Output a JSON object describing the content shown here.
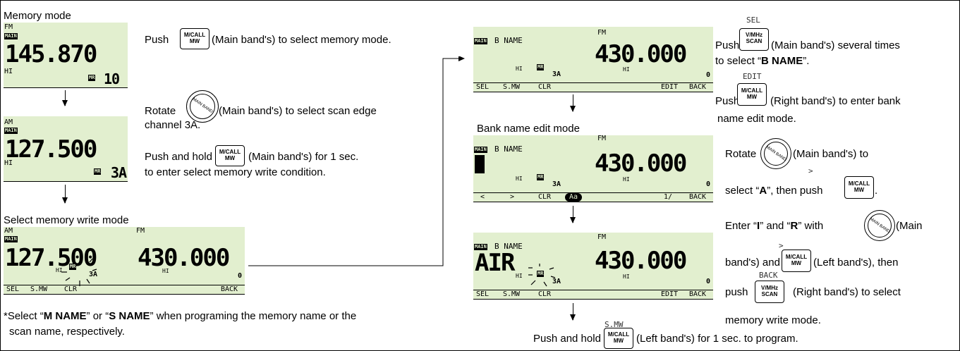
{
  "left": {
    "memory_mode_title": "Memory mode",
    "select_memory_write_title": "Select memory write mode",
    "d1": {
      "mode": "FM",
      "main": "MAIN",
      "freq": "145.870",
      "power": "HI",
      "mr": "MR",
      "ch": "10"
    },
    "d2": {
      "mode": "AM",
      "main": "MAIN",
      "freq": "127.500",
      "power": "HI",
      "mr": "MR",
      "ch": "3A"
    },
    "d3": {
      "mode_left": "AM",
      "mode_right": "FM",
      "main": "MAIN",
      "freq_left": "127.500",
      "freq_right": "430.000",
      "hi_left": "HI",
      "mr": "MR",
      "ch": "3A",
      "hi_right": "HI",
      "zero": "0",
      "softkeys": [
        "SEL",
        "S.MW",
        "CLR",
        "BACK"
      ]
    },
    "i1_pre": "Push",
    "i1_post": "(Main band's) to select memory mode.",
    "i2_pre": "Rotate",
    "i2_post": "(Main band's) to select scan edge",
    "i2_line2": "channel 3A.",
    "i3_pre": "Push and hold",
    "i3_post": "(Main band's) for 1 sec.",
    "i3_line2": "to enter select memory write condition.",
    "note_l1_a": "*Select “",
    "note_l1_b": "M NAME",
    "note_l1_c": "” or “",
    "note_l1_d": "S NAME",
    "note_l1_e": "” when programing the memory name or the",
    "note_l2": "scan name, respectively."
  },
  "keys": {
    "mcall_top": "M/CALL",
    "mcall_bot": "MW",
    "vmhz_top": "V/MHz",
    "vmhz_bot": "SCAN",
    "dial": "MAIN BAND"
  },
  "middle": {
    "bank_edit_title": "Bank name edit mode",
    "d4": {
      "main": "MAIN",
      "label": "B NAME",
      "mode": "FM",
      "freq": "430.000",
      "hi_left": "HI",
      "mr": "MR",
      "ch": "3A",
      "hi_right": "HI",
      "zero": "0",
      "softkeys": [
        "SEL",
        "S.MW",
        "CLR",
        "EDIT",
        "BACK"
      ]
    },
    "d5": {
      "main": "MAIN",
      "label": "B NAME",
      "mode": "FM",
      "freq": "430.000",
      "hi_left": "HI",
      "mr": "MR",
      "ch": "3A",
      "hi_right": "HI",
      "zero": "0",
      "softkeys": [
        "<",
        ">",
        "CLR",
        "Aa",
        "1/",
        "BACK"
      ]
    },
    "d6": {
      "main": "MAIN",
      "label": "B NAME",
      "name": "AIR",
      "mode": "FM",
      "freq": "430.000",
      "hi_left": "HI",
      "mr": "MR",
      "ch": "3A",
      "hi_right": "HI",
      "zero": "0",
      "softkeys": [
        "SEL",
        "S.MW",
        "CLR",
        "EDIT",
        "BACK"
      ]
    },
    "bottom_pre": "Push and hold",
    "bottom_post": "(Left band's) for 1 sec. to program.",
    "bottom_lcd": "S.MW"
  },
  "right": {
    "sel_lcd": "SEL",
    "r1_pre": "Push",
    "r1_post": "(Main band's) several times",
    "r1_l2_a": "to select “",
    "r1_l2_b": "B NAME",
    "r1_l2_c": "”.",
    "edit_lcd": "EDIT",
    "r2_pre": "Push",
    "r2_post": "(Right band's) to enter bank",
    "r2_l2": "name edit mode.",
    "r3_pre": "Rotate",
    "r3_post": "(Main band's) to",
    "r3_l2_a": "select “",
    "r3_l2_b": "A",
    "r3_l2_c": "”, then push",
    "r3_l2_d": ".",
    "gt_lcd": ">",
    "r4_a": "Enter “",
    "r4_b": "I",
    "r4_c": "” and “",
    "r4_d": "R",
    "r4_e": "” with",
    "r4_f": "(Main",
    "r4_l2_a": "band's) and",
    "r4_l2_b": "(Left band's), then",
    "r4_l3_a": "push",
    "r4_l3_b": "(Right band's) to select",
    "back_lcd": "BACK",
    "r4_l4": "memory write mode."
  }
}
